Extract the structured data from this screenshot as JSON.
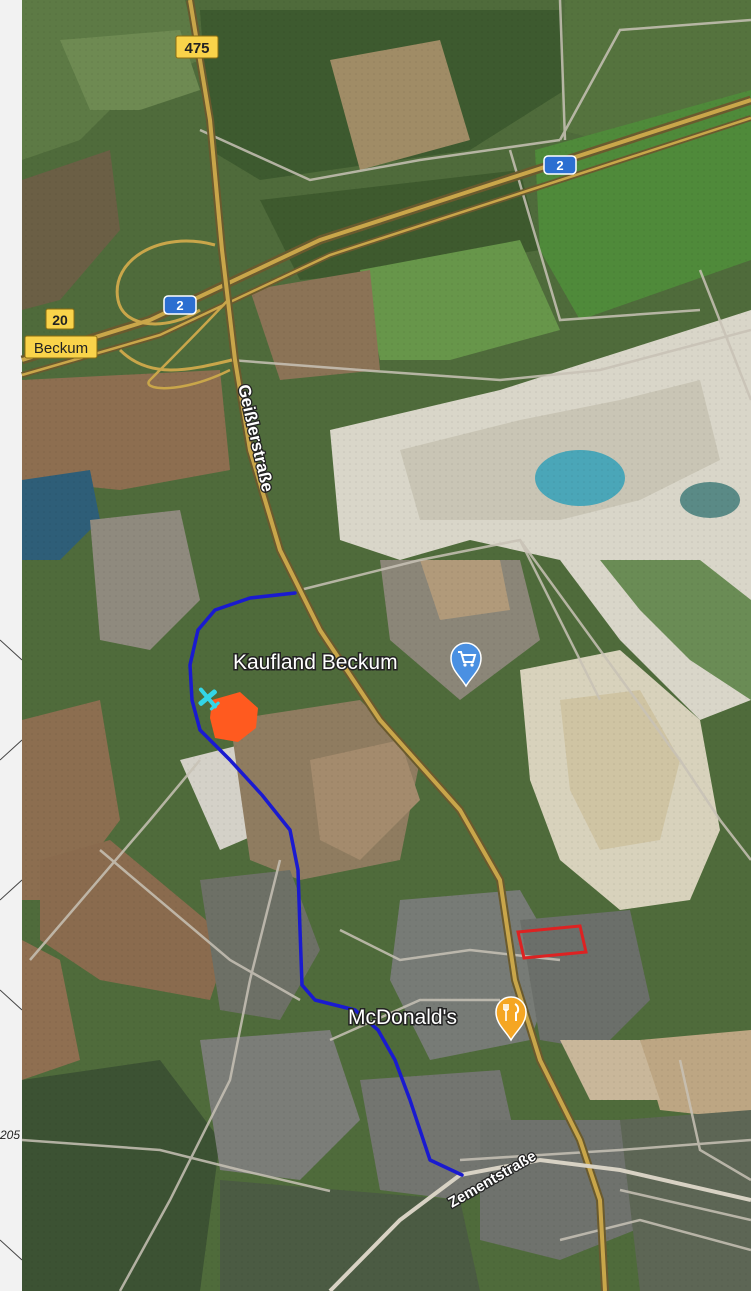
{
  "map": {
    "labels": {
      "road_475": "475",
      "road_2_a": "2",
      "road_2_b": "2",
      "exit_number": "20",
      "exit_name": "Beckum",
      "street_geisslerstrasse": "Geißlerstraße",
      "street_zementstrasse": "Zementstraße",
      "poi_kaufland": "Kaufland Beckum",
      "poi_mcdonalds": "McDonald's",
      "edge_fragment": "205"
    },
    "icons": {
      "kaufland": "shopping-cart-pin-icon",
      "mcdonalds": "fork-knife-pin-icon",
      "marker": "airplane-icon"
    },
    "colors": {
      "route": "#1a1ad0",
      "highlight_box": "#dd2222",
      "orange_area": "#ff5a1f",
      "shield_bg": "#f9d34a",
      "poi_pin": "#4a90e2",
      "food_pin": "#f5a623",
      "marker": "#33d6e8"
    }
  }
}
